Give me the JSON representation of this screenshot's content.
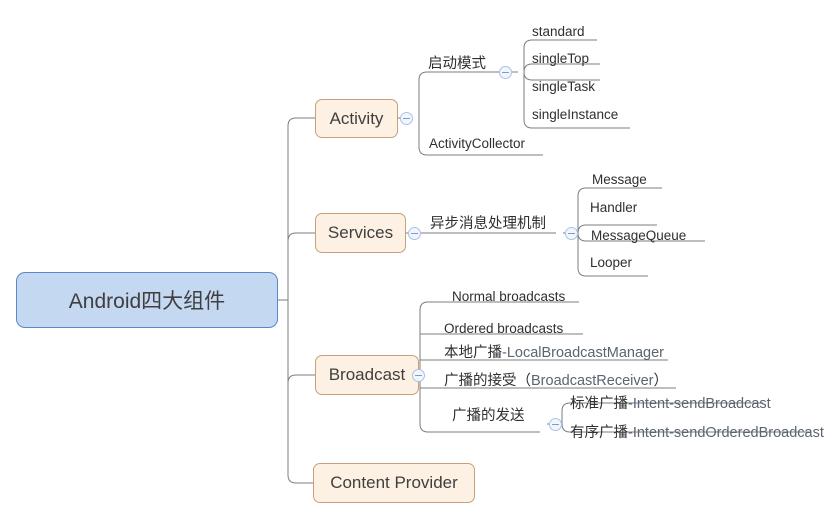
{
  "diagram": {
    "type": "mind-map",
    "title": "Android四大组件",
    "background": "#ffffff",
    "colors": {
      "root_fill": "#c5d8f2",
      "root_border": "#5b87c7",
      "branch_fill": "#fdf1e4",
      "branch_border": "#c9a07a",
      "line": "#7d7d7d",
      "text": "#3f3f3f",
      "leaf_en_text": "#5a6472",
      "toggle_border": "#a9c2e4"
    }
  },
  "root": {
    "label": "Android四大组件"
  },
  "branches": [
    {
      "label": "Activity",
      "toggle": "collapse-toggle",
      "children": [
        {
          "label": "启动模式",
          "toggle": "collapse-toggle",
          "children": [
            {
              "label": "standard"
            },
            {
              "label": "singleTop"
            },
            {
              "label": "singleTask"
            },
            {
              "label": "singleInstance"
            }
          ]
        },
        {
          "label": "ActivityCollector"
        }
      ]
    },
    {
      "label": "Services",
      "toggle": "collapse-toggle",
      "children": [
        {
          "label": "异步消息处理机制",
          "toggle": "collapse-toggle",
          "children": [
            {
              "label": "Message"
            },
            {
              "label": "Handler"
            },
            {
              "label": "MessageQueue"
            },
            {
              "label": "Looper"
            }
          ]
        }
      ]
    },
    {
      "label": "Broadcast",
      "toggle": "collapse-toggle",
      "children": [
        {
          "label": "Normal broadcasts"
        },
        {
          "label": "Ordered broadcasts"
        },
        {
          "label_cn": "本地广播",
          "label_en": "-LocalBroadcastManager"
        },
        {
          "label_cn": "广播的接受（",
          "label_en": "BroadcastReceiver",
          "label_cn2": "）"
        },
        {
          "label": "广播的发送",
          "toggle": "collapse-toggle",
          "children": [
            {
              "label_cn": "标准广播",
              "label_en": "-Intent-sendBroadcast"
            },
            {
              "label_cn": "有序广播",
              "label_en": "-Intent-sendOrderedBroadcast"
            }
          ]
        }
      ]
    },
    {
      "label": "Content Provider"
    }
  ]
}
